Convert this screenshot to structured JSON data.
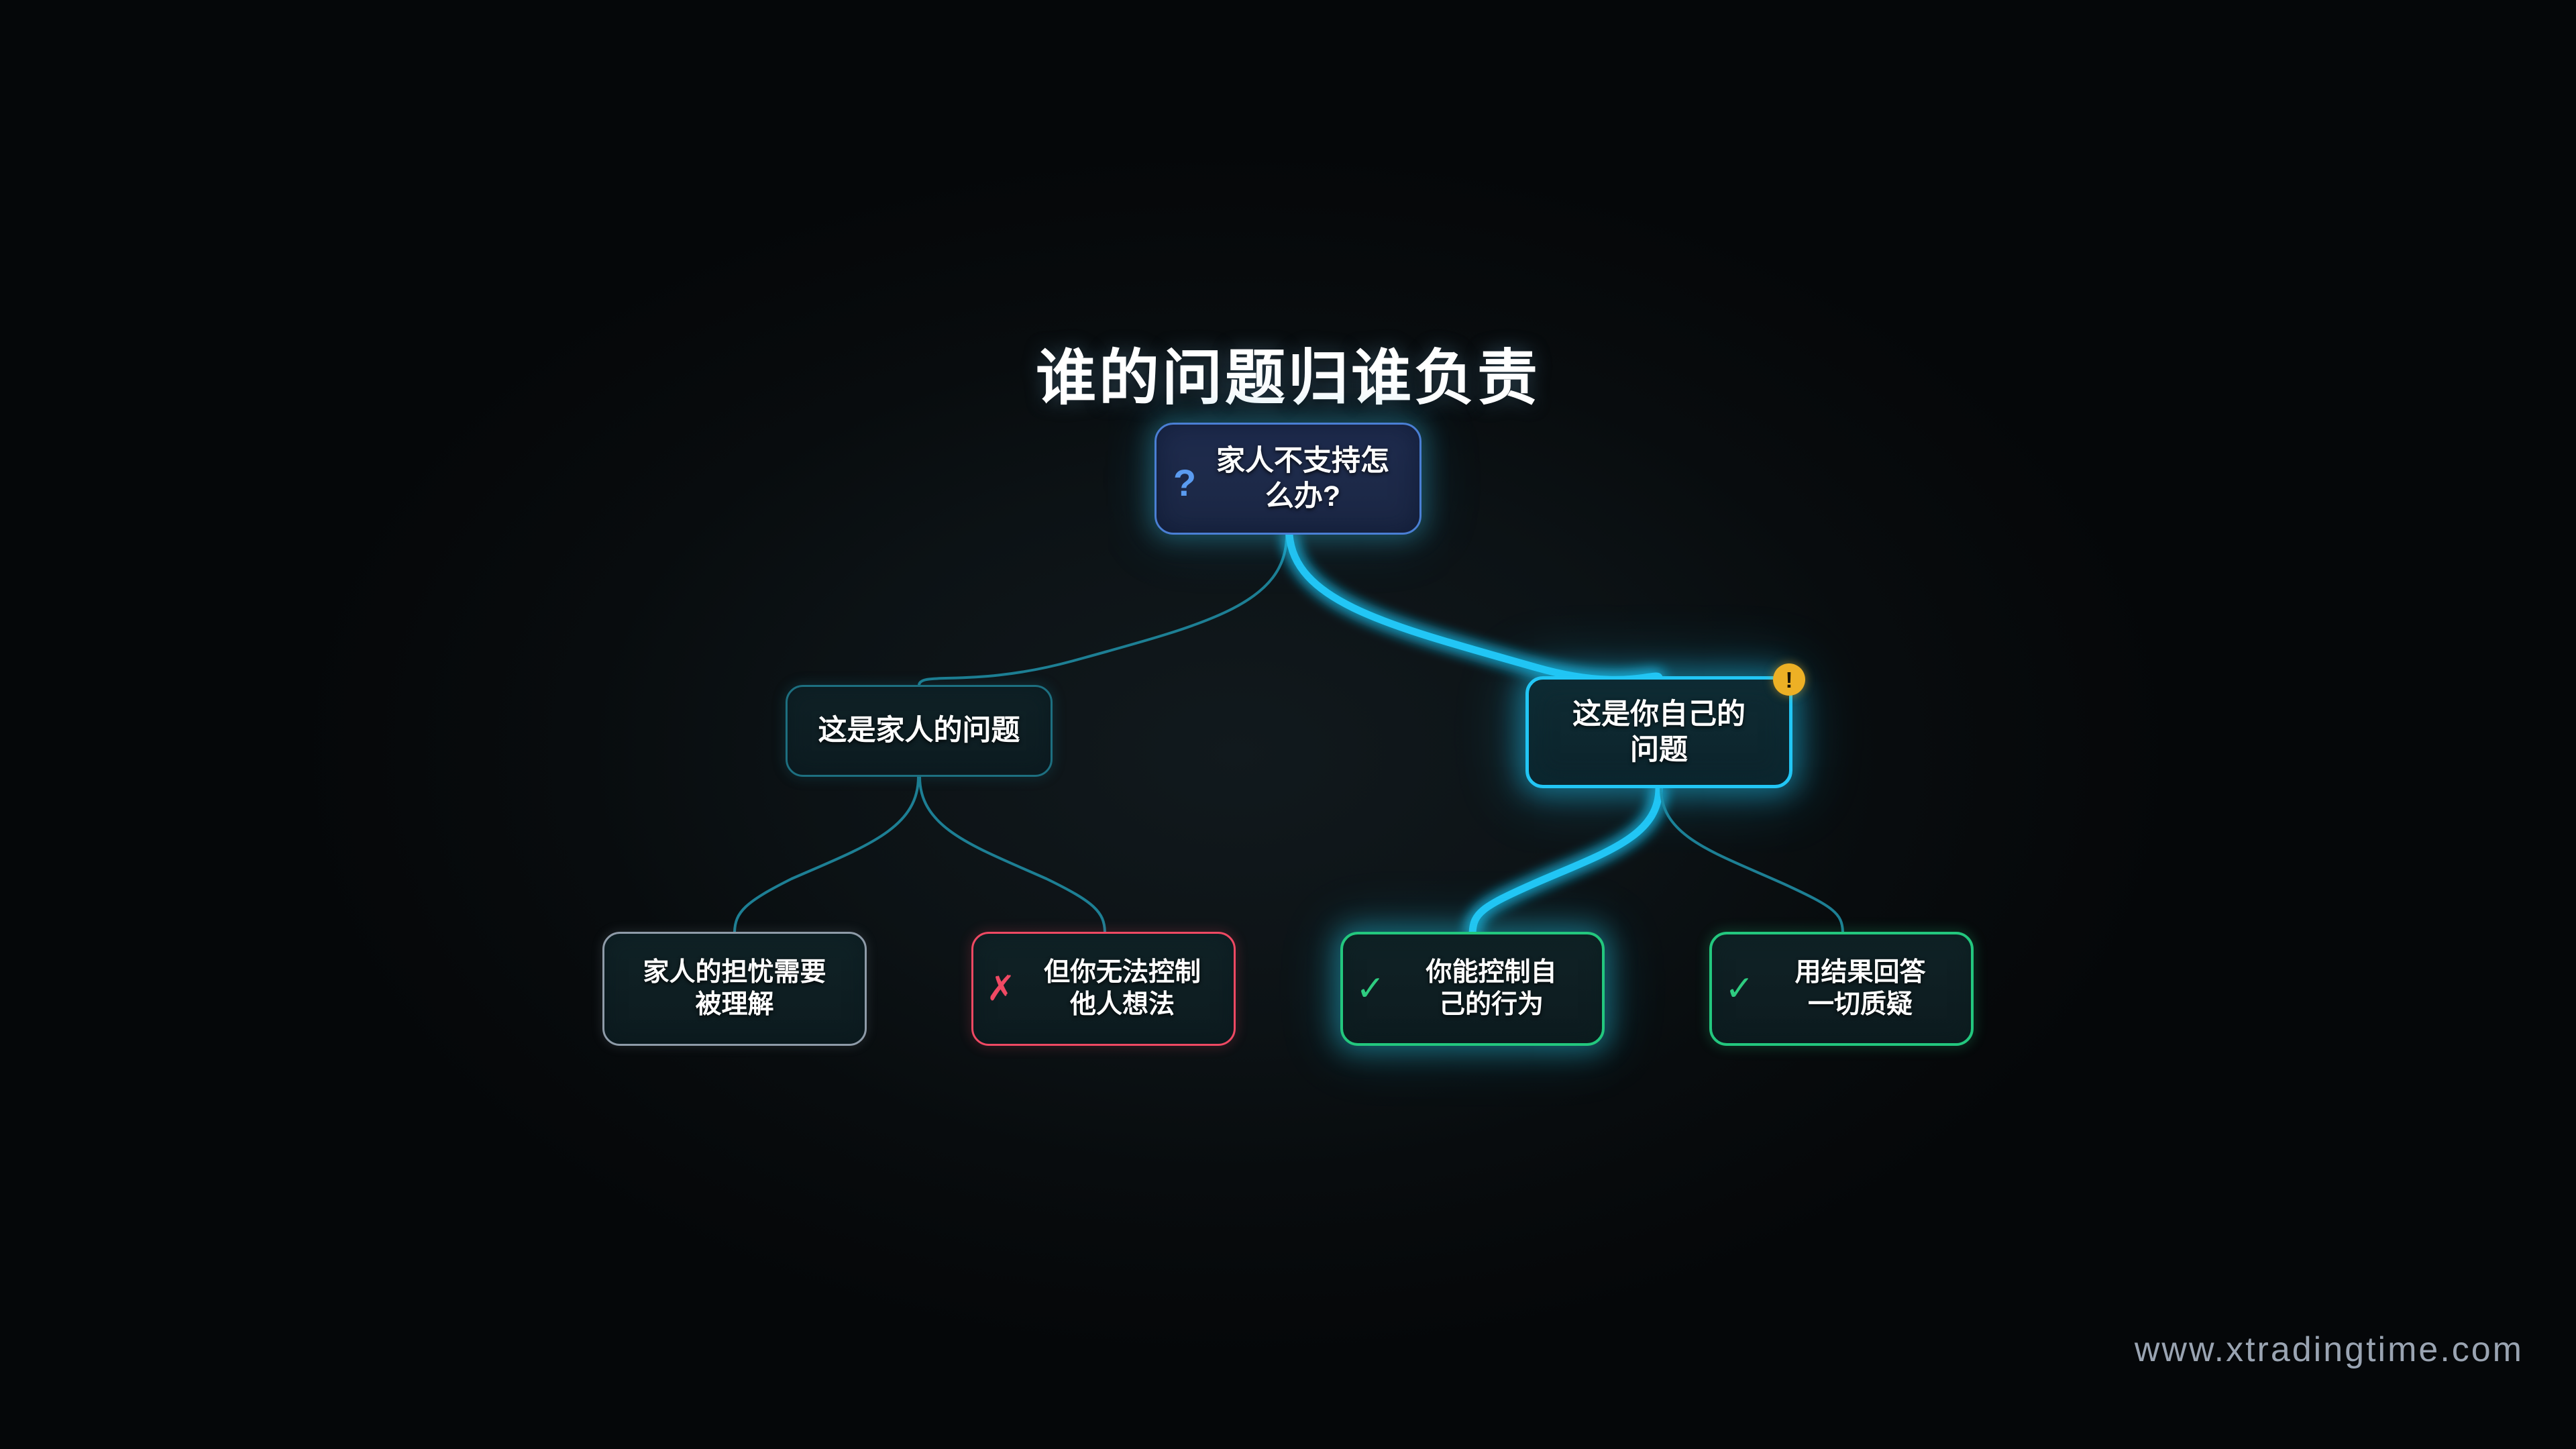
{
  "title": "谁的问题归谁负责",
  "watermark": "www.xtradingtime.com",
  "colors": {
    "background": "#080c0e",
    "title_text": "#ffffff",
    "root_border": "#4a7fd4",
    "root_fill": "#1f2c4e",
    "root_icon": "#5a9bf0",
    "branch_teal": "#1d6f80",
    "highlight_cyan": "#22c6f5",
    "neutral_grey": "#8e9ba8",
    "negative_red": "#ef4963",
    "positive_green": "#23c77e",
    "warning_badge": "#edb025",
    "watermark_text": "#9aa4b2"
  },
  "nodes": {
    "root": {
      "icon": "question-mark-icon",
      "icon_glyph": "?",
      "label": "家人不支持怎\n么办?"
    },
    "mid_left": {
      "label": "这是家人的问题"
    },
    "mid_right": {
      "label": "这是你自己的\n问题",
      "badge_glyph": "!",
      "badge_name": "warning-badge"
    },
    "leaf_1": {
      "label": "家人的担忧需要\n被理解",
      "icon_glyph": ""
    },
    "leaf_2": {
      "label": "但你无法控制\n他人想法",
      "icon_glyph": "✗"
    },
    "leaf_3": {
      "label": "你能控制自\n己的行为",
      "icon_glyph": "✓"
    },
    "leaf_4": {
      "label": "用结果回答\n一切质疑",
      "icon_glyph": "✓"
    }
  },
  "edges": [
    {
      "name": "root-to-mid-left",
      "highlighted": false
    },
    {
      "name": "root-to-mid-right",
      "highlighted": true
    },
    {
      "name": "mid-left-to-leaf-1",
      "highlighted": false
    },
    {
      "name": "mid-left-to-leaf-2",
      "highlighted": false
    },
    {
      "name": "mid-right-to-leaf-3",
      "highlighted": true
    },
    {
      "name": "mid-right-to-leaf-4",
      "highlighted": false
    }
  ]
}
